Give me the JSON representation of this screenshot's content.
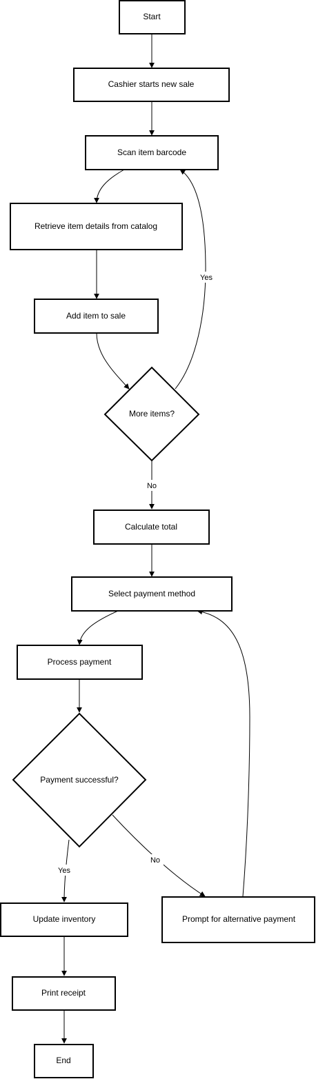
{
  "flowchart": {
    "nodes": {
      "start": "Start",
      "cashier_starts_new_sale": "Cashier starts new sale",
      "scan_item_barcode": "Scan item barcode",
      "retrieve_item_details": "Retrieve item details from catalog",
      "add_item_to_sale": "Add item to sale",
      "more_items": "More items?",
      "calculate_total": "Calculate total",
      "select_payment_method": "Select payment method",
      "process_payment": "Process payment",
      "payment_successful": "Payment successful?",
      "update_inventory": "Update inventory",
      "prompt_alternative_payment": "Prompt for alternative payment",
      "print_receipt": "Print receipt",
      "end": "End"
    },
    "edge_labels": {
      "more_items_yes": "Yes",
      "more_items_no": "No",
      "payment_yes": "Yes",
      "payment_no": "No"
    },
    "colors": {
      "stroke": "#000000",
      "fill": "#ffffff",
      "text": "#000000"
    }
  }
}
